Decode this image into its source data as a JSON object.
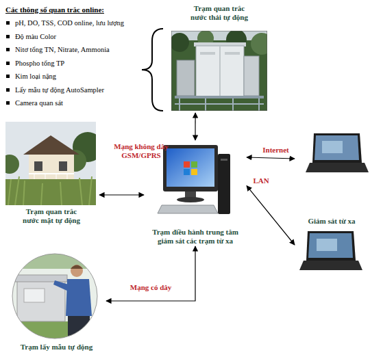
{
  "diagram": {
    "nodes": [
      {
        "text": [
          "Trạm quan trắc nước thải tự động"
        ]
      },
      {
        "text": [
          "Trạm quan trắc nước mặt tự động"
        ]
      },
      {
        "text": [
          "Trạm điều hành trung tâm giám sát các trạm từ xa"
        ]
      },
      {
        "text": [
          "Giám sát từ xa"
        ]
      },
      {
        "text": [
          "Trạm lấy mẫu tự động"
        ]
      }
    ],
    "edges": [
      {
        "from": 2,
        "to": 0,
        "arrow": "both"
      },
      {
        "from": 1,
        "to": 2,
        "arrow": "both"
      },
      {
        "from": 4,
        "to": 2,
        "label": "Mạng có dây",
        "arrow": "both"
      },
      {
        "from": 2,
        "to": 3,
        "label": "Internet",
        "arrow": "both"
      },
      {
        "from": 2,
        "to": 3,
        "label": "LAN",
        "arrow": "both"
      }
    ],
    "labels": [
      "Các thông số quan trắc online:",
      "pH, DO, TSS, COD online, lưu lượng",
      "Độ màu Color",
      "Nitơ tổng TN, Nitrate, Ammonia",
      "Phospho tổng TP",
      "Kim loại nặng",
      "Lấy mẫu tự động AutoSampler",
      "Camera quan sát",
      "Mạng không dây GSM/GPRS"
    ]
  }
}
